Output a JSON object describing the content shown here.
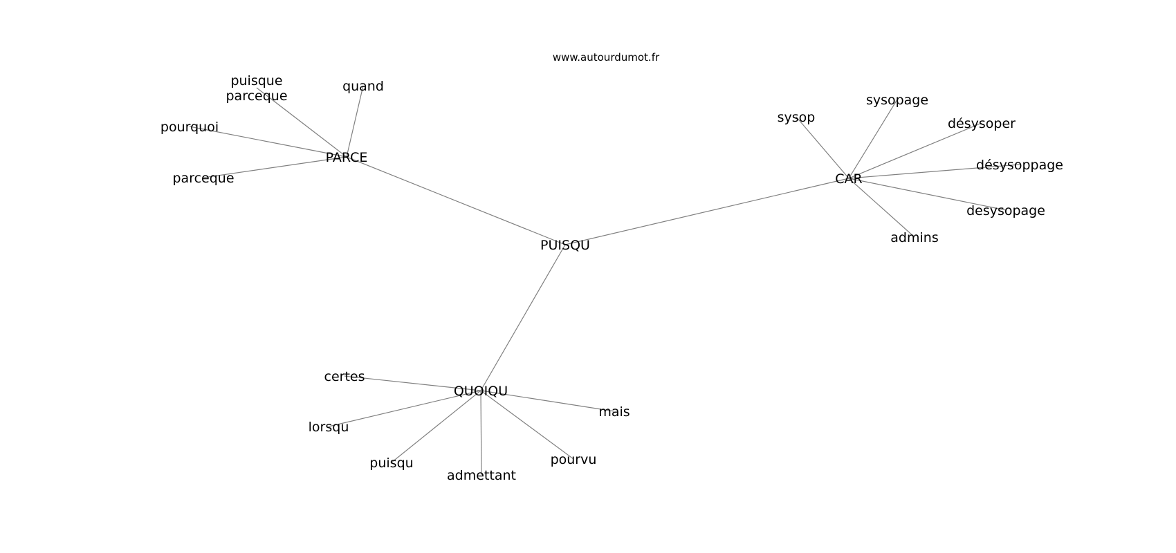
{
  "site": "www.autourdumot.fr",
  "nodes": [
    {
      "id": "puisqu_center",
      "label": "PUISQU"
    },
    {
      "id": "parce",
      "label": "PARCE"
    },
    {
      "id": "car",
      "label": "CAR"
    },
    {
      "id": "quoiqu",
      "label": "QUOIQU"
    },
    {
      "id": "puisque_parceque",
      "label": "puisque\nparceque"
    },
    {
      "id": "quand",
      "label": "quand"
    },
    {
      "id": "pourquoi",
      "label": "pourquoi"
    },
    {
      "id": "parceque",
      "label": "parceque"
    },
    {
      "id": "sysop",
      "label": "sysop"
    },
    {
      "id": "sysopage",
      "label": "sysopage"
    },
    {
      "id": "desysoper",
      "label": "désysoper"
    },
    {
      "id": "desysoppage",
      "label": "désysoppage"
    },
    {
      "id": "desysopage",
      "label": "desysopage"
    },
    {
      "id": "admins",
      "label": "admins"
    },
    {
      "id": "certes",
      "label": "certes"
    },
    {
      "id": "lorsqu",
      "label": "lorsqu"
    },
    {
      "id": "puisqu_leaf",
      "label": "puisqu"
    },
    {
      "id": "admettant",
      "label": "admettant"
    },
    {
      "id": "pourvu",
      "label": "pourvu"
    },
    {
      "id": "mais",
      "label": "mais"
    }
  ],
  "edges": [
    [
      "puisqu_center",
      "parce"
    ],
    [
      "puisqu_center",
      "car"
    ],
    [
      "puisqu_center",
      "quoiqu"
    ],
    [
      "parce",
      "puisque_parceque"
    ],
    [
      "parce",
      "quand"
    ],
    [
      "parce",
      "pourquoi"
    ],
    [
      "parce",
      "parceque"
    ],
    [
      "car",
      "sysop"
    ],
    [
      "car",
      "sysopage"
    ],
    [
      "car",
      "desysoper"
    ],
    [
      "car",
      "desysoppage"
    ],
    [
      "car",
      "desysopage"
    ],
    [
      "car",
      "admins"
    ],
    [
      "quoiqu",
      "certes"
    ],
    [
      "quoiqu",
      "lorsqu"
    ],
    [
      "quoiqu",
      "puisqu_leaf"
    ],
    [
      "quoiqu",
      "admettant"
    ],
    [
      "quoiqu",
      "pourvu"
    ],
    [
      "quoiqu",
      "mais"
    ]
  ]
}
